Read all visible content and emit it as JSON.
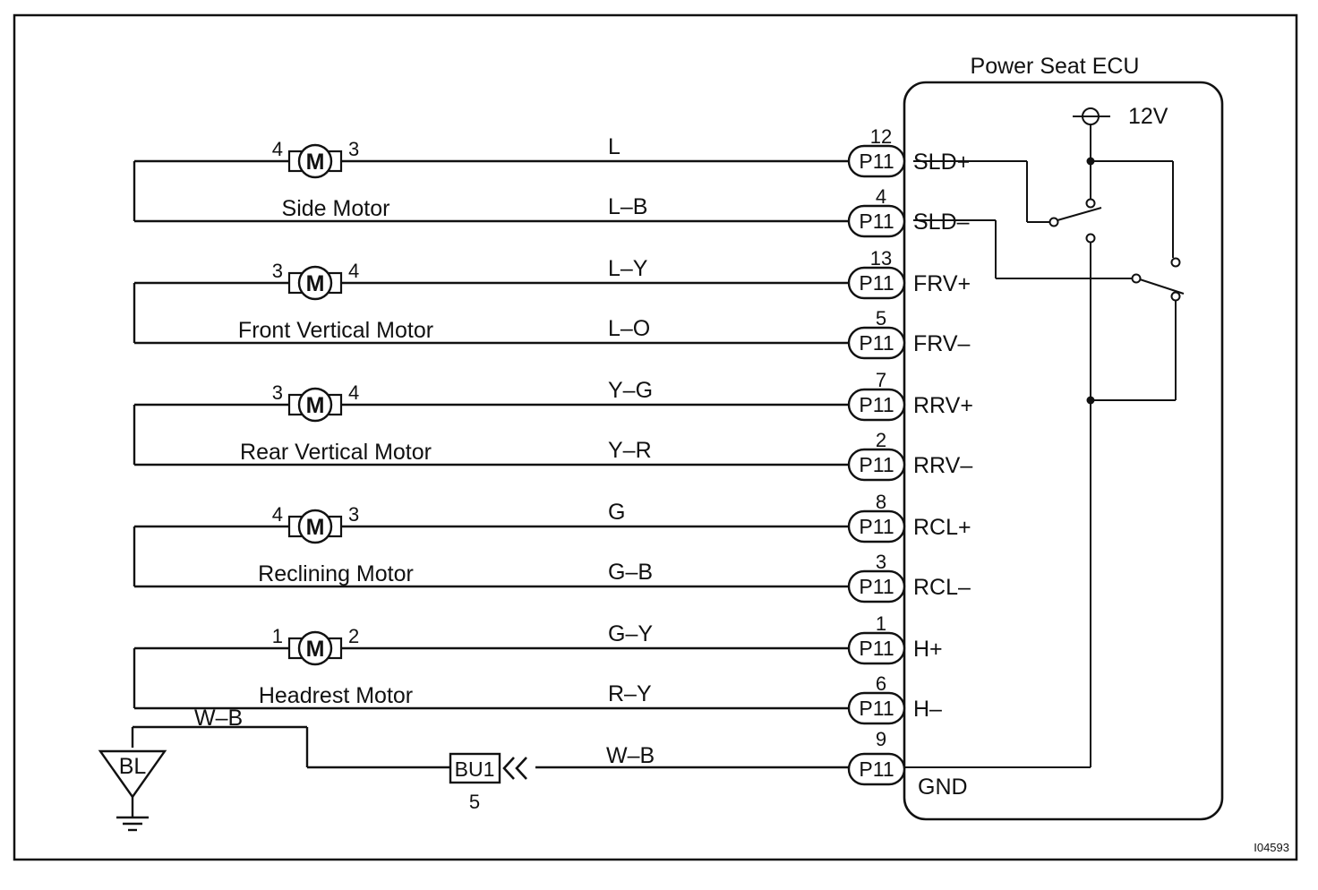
{
  "ecu": {
    "title": "Power Seat ECU",
    "supply": "12V",
    "ground_label": "GND"
  },
  "connector_name": "P11",
  "circuits": [
    {
      "motor": "Side Motor",
      "motor_symbol": "M",
      "left_pin": "4",
      "right_pin": "3",
      "pos": {
        "wire": "L",
        "pin": "12",
        "signal": "SLD+"
      },
      "neg": {
        "wire": "L–B",
        "pin": "4",
        "signal": "SLD–"
      }
    },
    {
      "motor": "Front Vertical Motor",
      "motor_symbol": "M",
      "left_pin": "3",
      "right_pin": "4",
      "pos": {
        "wire": "L–Y",
        "pin": "13",
        "signal": "FRV+"
      },
      "neg": {
        "wire": "L–O",
        "pin": "5",
        "signal": "FRV–"
      }
    },
    {
      "motor": "Rear Vertical Motor",
      "motor_symbol": "M",
      "left_pin": "3",
      "right_pin": "4",
      "pos": {
        "wire": "Y–G",
        "pin": "7",
        "signal": "RRV+"
      },
      "neg": {
        "wire": "Y–R",
        "pin": "2",
        "signal": "RRV–"
      }
    },
    {
      "motor": "Reclining Motor",
      "motor_symbol": "M",
      "left_pin": "4",
      "right_pin": "3",
      "pos": {
        "wire": "G",
        "pin": "8",
        "signal": "RCL+"
      },
      "neg": {
        "wire": "G–B",
        "pin": "3",
        "signal": "RCL–"
      }
    },
    {
      "motor": "Headrest Motor",
      "motor_symbol": "M",
      "left_pin": "1",
      "right_pin": "2",
      "pos": {
        "wire": "G–Y",
        "pin": "1",
        "signal": "H+"
      },
      "neg": {
        "wire": "R–Y",
        "pin": "6",
        "signal": "H–"
      }
    }
  ],
  "ground_circuit": {
    "ground_point": "BL",
    "wire_left": "W–B",
    "wire_right": "W–B",
    "junction": "BU1",
    "junction_pin": "5",
    "ecu_pin": "9"
  },
  "figure_id": "I04593"
}
